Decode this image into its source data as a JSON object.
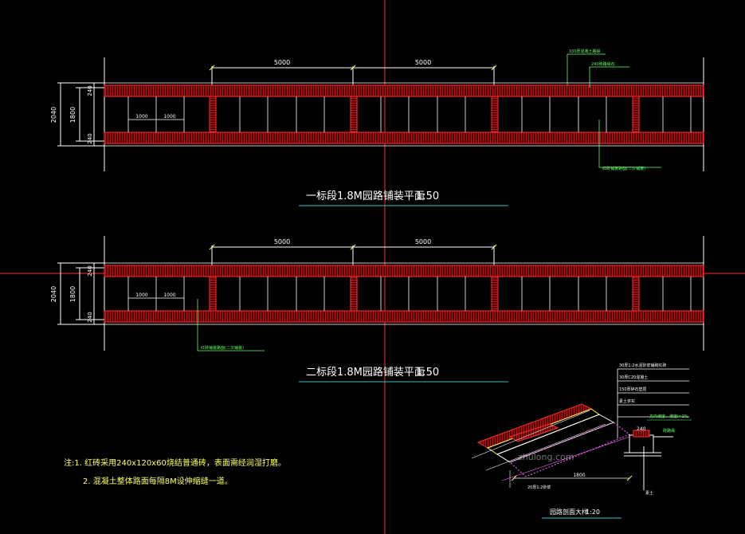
{
  "plan1": {
    "title": "一标段1.8M园路铺装平面",
    "scale": "1:50",
    "dim_top_left": "5000",
    "dim_top_right": "5000",
    "dim_outer": "2040",
    "dim_inner": "1800",
    "dim_edge_top": "240",
    "dim_edge_bottom": "240",
    "dim_unit_1": "1000",
    "dim_unit_2": "1000",
    "leader_1": "100厚混凝土路缘",
    "leader_2": "240砖路缘石",
    "leader_3": "红砖铺装路面(二次铺装)"
  },
  "plan2": {
    "title": "二标段1.8M园路铺装平面",
    "scale": "1:50",
    "dim_top_left": "5000",
    "dim_top_right": "5000",
    "dim_outer": "2040",
    "dim_inner": "1800",
    "dim_edge_top": "240",
    "dim_edge_bottom": "240",
    "dim_unit_1": "1000",
    "dim_unit_2": "1000",
    "leader_1": "红砖铺装路面(二次铺装)"
  },
  "notes": {
    "line1": "注:1. 红砖采用240x120x60烧结普通砖，表面需经润湿打磨。",
    "line2": "2. 混凝土整体路面每隔8M设伸缩缝一道。"
  },
  "section": {
    "title": "园路剖面大样",
    "scale": "1:20",
    "layers": [
      "30厚1:2水泥砂浆铺砌红砖",
      "30厚C20混凝土",
      "150厚碎石垫层",
      "素土夯实"
    ],
    "label_slope": "方向坡度，坡度i=3%",
    "label_curb": "砖路缘",
    "label_curb_width": "240",
    "label_width": "1800",
    "label_base": "20厚1:2砂浆",
    "label_soil": "素土"
  },
  "watermark": "zhulong.com",
  "colors": {
    "brick": "#ff2020",
    "dim": "#ffff66",
    "leader": "#66ff66",
    "crosshair": "#ff3030",
    "title_line": "#40c0c0"
  }
}
